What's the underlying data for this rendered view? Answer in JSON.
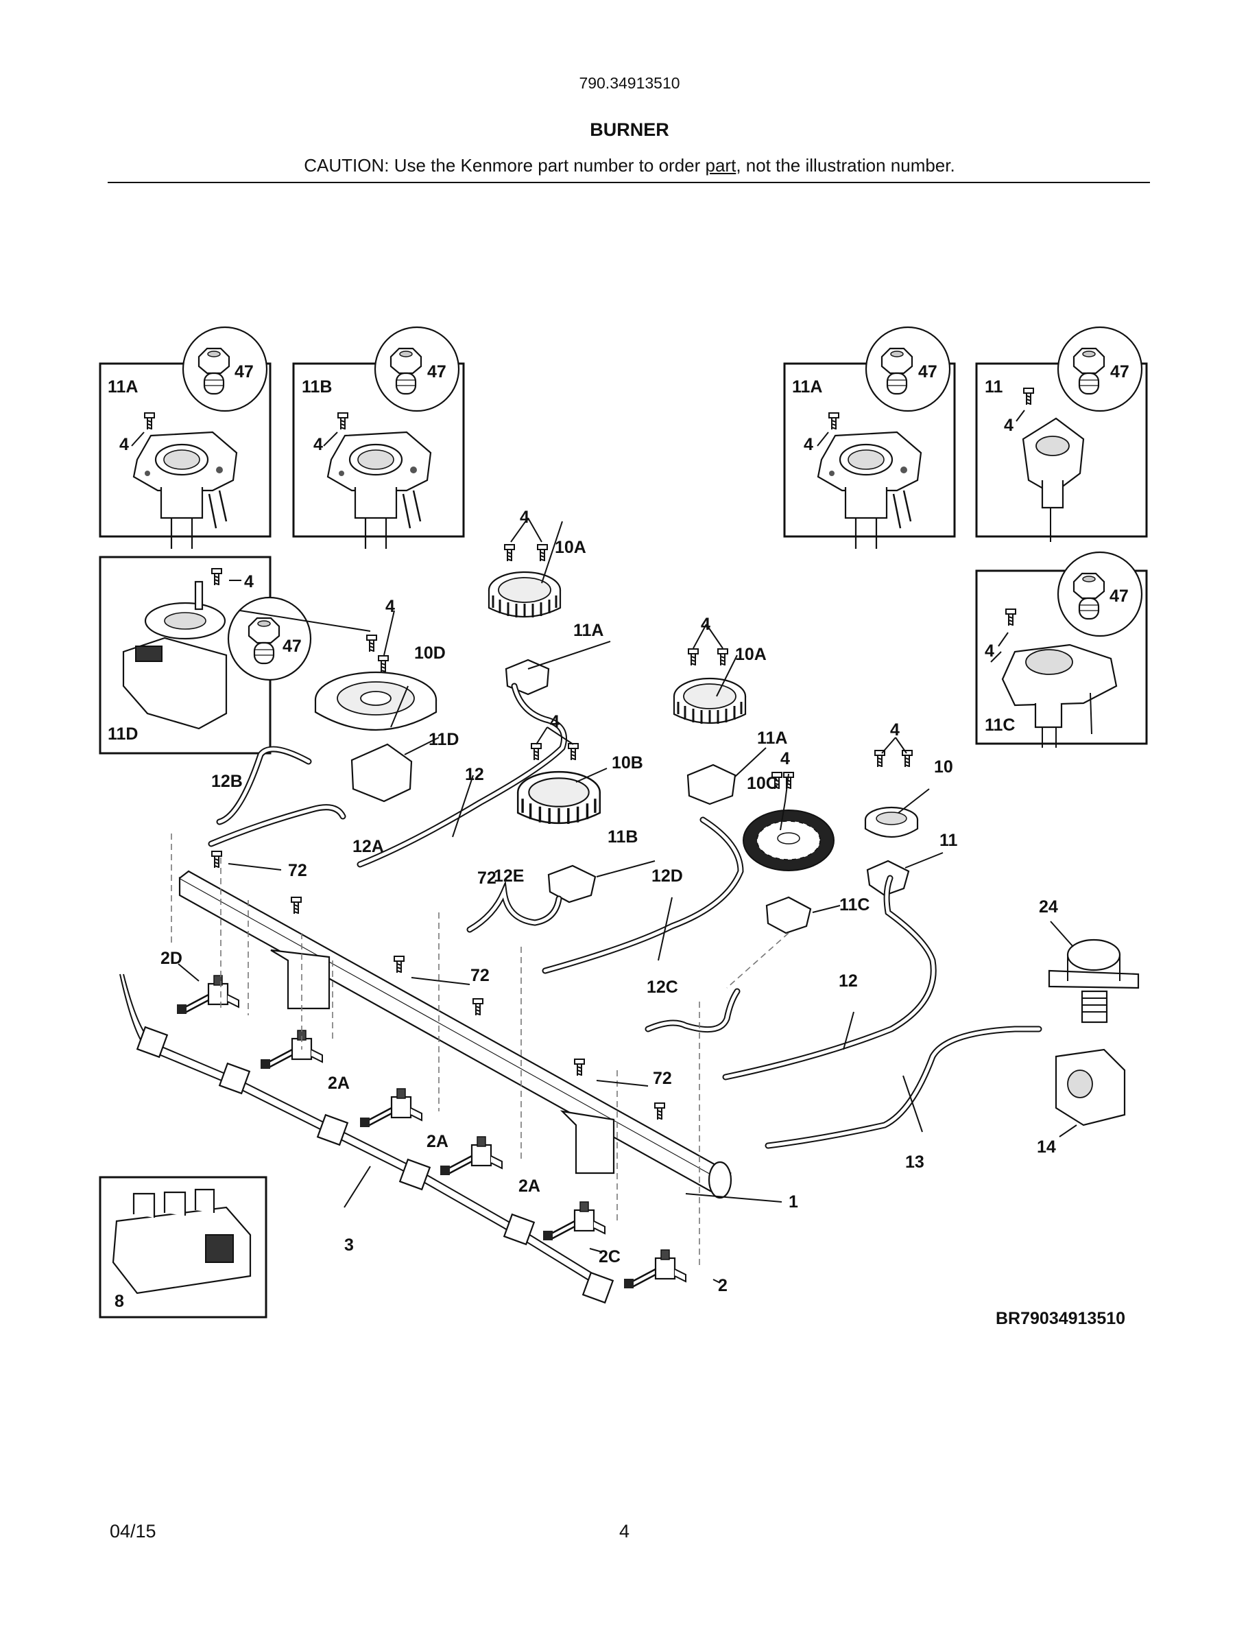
{
  "header": {
    "model_number": "790.34913510",
    "section_title": "BURNER",
    "caution_prefix": "CAUTION: Use the Kenmore part number to order ",
    "caution_link": "part",
    "caution_suffix": ", not the illustration number."
  },
  "diagram": {
    "reference_code": "BR79034913510",
    "callouts": [
      "11A",
      "47",
      "4",
      "11B",
      "47",
      "4",
      "11A",
      "47",
      "4",
      "11",
      "47",
      "4",
      "11D",
      "4",
      "47",
      "47",
      "4",
      "11C",
      "4",
      "10A",
      "11A",
      "4",
      "10D",
      "11D",
      "12B",
      "12",
      "4",
      "10B",
      "12A",
      "4",
      "10A",
      "11A",
      "4",
      "10C",
      "4",
      "10",
      "72",
      "11B",
      "12E",
      "12D",
      "11C",
      "11",
      "72",
      "2D",
      "72",
      "12C",
      "12",
      "24",
      "72",
      "2A",
      "2A",
      "2A",
      "13",
      "14",
      "1",
      "3",
      "2C",
      "2",
      "8"
    ]
  },
  "footer": {
    "date": "04/15",
    "page": "4"
  }
}
